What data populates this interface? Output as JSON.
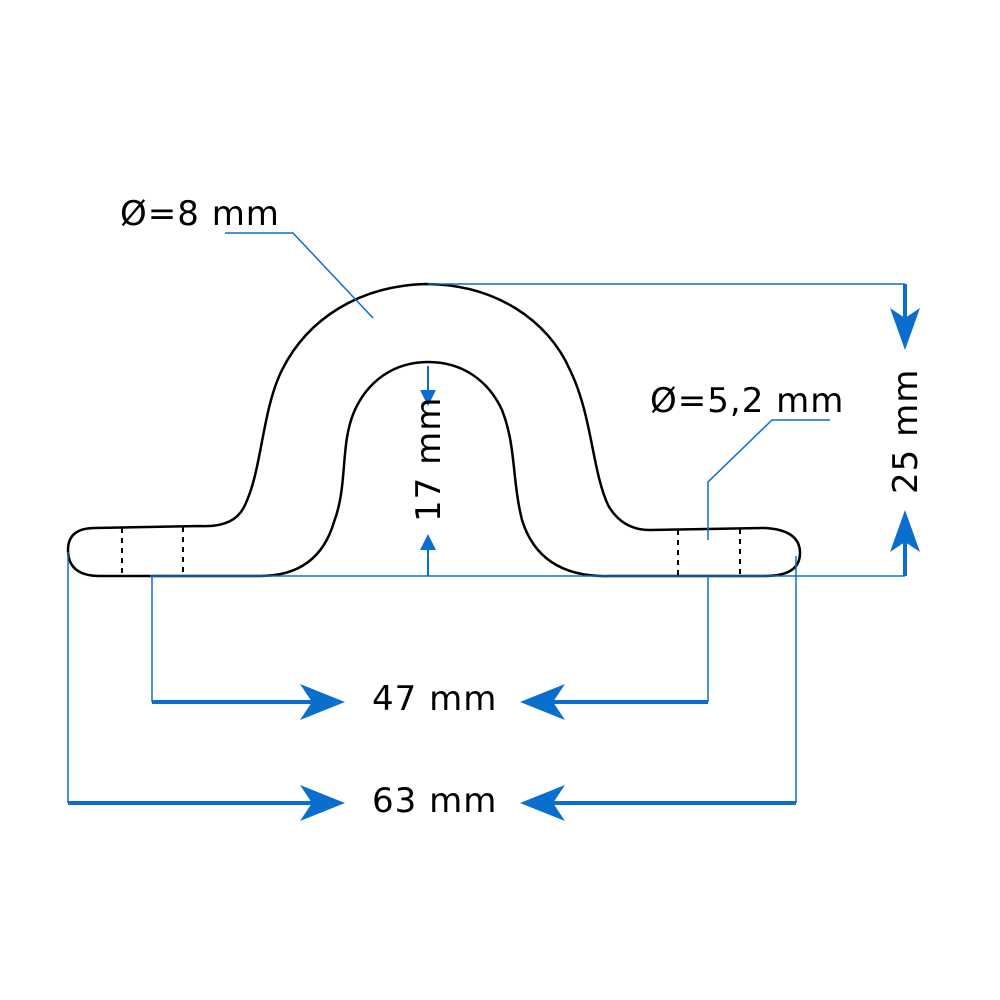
{
  "labels": {
    "rod_diameter": "Ø=8 mm",
    "hole_diameter": "Ø=5,2 mm",
    "inner_height": "17 mm",
    "total_height": "25 mm",
    "hole_spacing": "47 mm",
    "total_length": "63 mm"
  },
  "colors": {
    "dimension_line": "#0a6ecf",
    "outline": "#000000",
    "background": "#ffffff"
  }
}
